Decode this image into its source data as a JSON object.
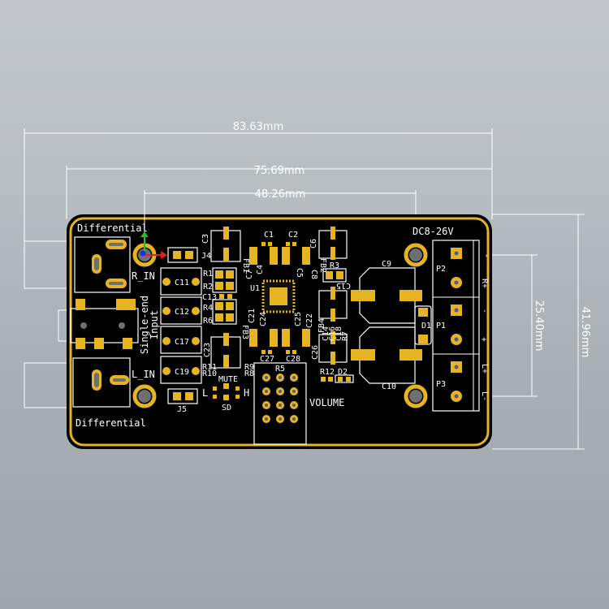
{
  "dimensions": {
    "overall_width": "83.63mm",
    "board_width": "75.69mm",
    "hole_spacing": "48.26mm",
    "terminal_pitch": "25.40mm",
    "board_height": "41.96mm"
  },
  "silkscreen": {
    "differential_top": "Differential",
    "differential_bottom": "Differential",
    "r_in": "R_IN",
    "l_in": "L_IN",
    "single_end": "Single-end",
    "input": "Input",
    "j4": "J4",
    "j5": "J5",
    "c11": "C11",
    "c12": "C12",
    "c17": "C17",
    "c19": "C19",
    "r1": "R1",
    "r2": "R2",
    "c13": "C13",
    "r4": "R4",
    "r6": "R6",
    "c3": "C3",
    "fb1": "FB1",
    "fb3": "FB3",
    "c23": "C23",
    "r11": "R11",
    "r10": "R10",
    "r9": "R9",
    "r8": "R8",
    "mute": "MUTE",
    "sd": "SD",
    "l": "L",
    "h": "H",
    "r5": "R5",
    "volume": "VOLUME",
    "c1": "C1",
    "c2": "C2",
    "c4": "C4",
    "c5": "C5",
    "c7": "C7",
    "c8": "C8",
    "u1": "U1",
    "c21": "C21",
    "c24": "C24",
    "c25": "C25",
    "c22": "C22",
    "c27": "C27",
    "c28": "C28",
    "c6": "C6",
    "fb2": "FB2",
    "r3": "R3",
    "c15": "C15",
    "fb4": "FB4",
    "c26": "C26",
    "c14": "C14",
    "c16": "C16",
    "c18": "C18",
    "r7": "R7",
    "r12": "R12",
    "d2": "D2",
    "c9": "C9",
    "c10": "C10",
    "d1": "D1",
    "power": "DC8-26V",
    "p1": "P1",
    "p2": "P2",
    "p3": "P3",
    "t_minus_top": "-",
    "t_rplus": "R+",
    "t_minus": "-",
    "t_plus": "+",
    "t_lplus": "L+",
    "t_lminus": "L-"
  },
  "colors": {
    "board": "#000000",
    "copper": "#e6b422",
    "silk": "#ffffff"
  }
}
